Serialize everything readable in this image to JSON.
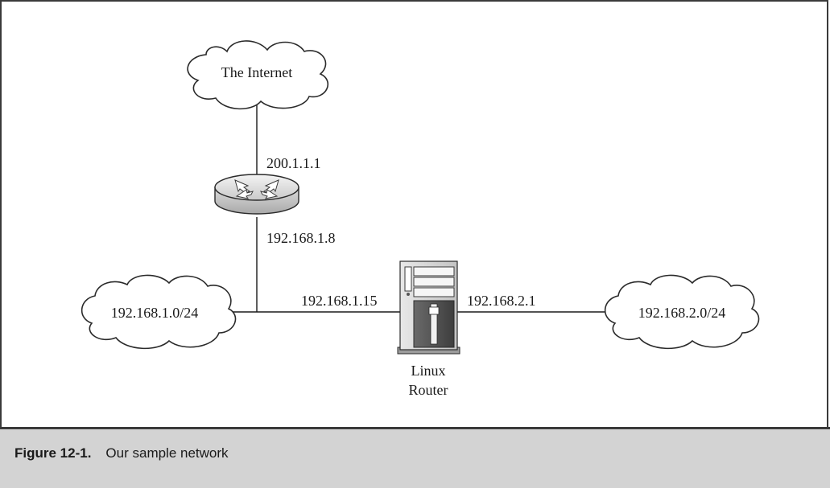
{
  "diagram": {
    "nodes": {
      "internet": {
        "label": "The Internet"
      },
      "lan1": {
        "label": "192.168.1.0/24"
      },
      "lan2": {
        "label": "192.168.2.0/24"
      },
      "linux_router": {
        "label_line1": "Linux",
        "label_line2": "Router"
      }
    },
    "addresses": {
      "router_wan": "200.1.1.1",
      "router_lan": "192.168.1.8",
      "linux_eth0": "192.168.1.15",
      "linux_eth1": "192.168.2.1"
    }
  },
  "caption": {
    "label": "Figure 12-1.",
    "text": "Our sample network"
  },
  "colors": {
    "frame": "#3a3a3a",
    "caption_background": "#d3d3d3",
    "line": "#1a1a1a"
  }
}
